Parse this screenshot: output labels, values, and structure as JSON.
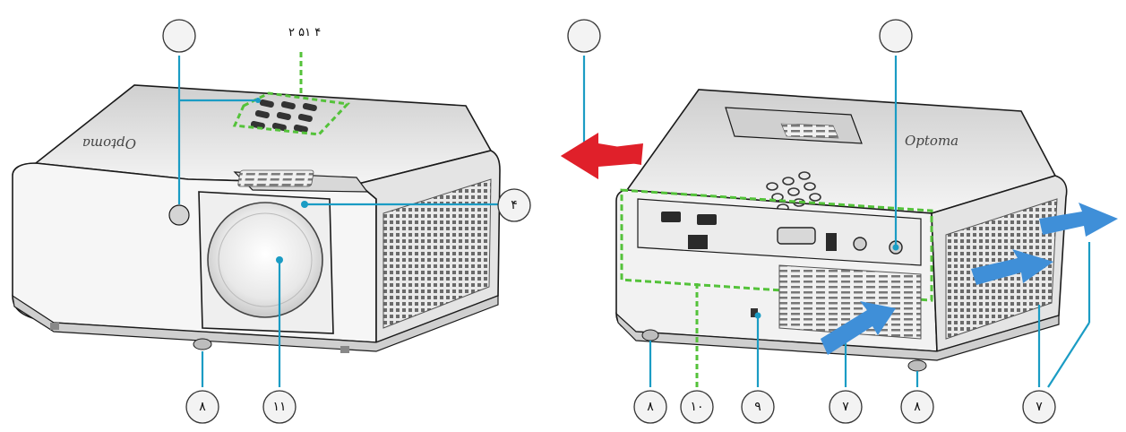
{
  "top_callout_text": "۲ ۵۱ ۴",
  "brand_text": "Optoma",
  "callouts": [
    {
      "id": "c-ir-front",
      "label": ""
    },
    {
      "id": "c-exhaust",
      "label": ""
    },
    {
      "id": "c-kensington-top",
      "label": ""
    },
    {
      "id": "c-focus",
      "label": "۴"
    },
    {
      "id": "c-foot-left",
      "label": "۸"
    },
    {
      "id": "c-lens",
      "label": "۱۱"
    },
    {
      "id": "c-foot-rear-left",
      "label": "۸"
    },
    {
      "id": "c-io",
      "label": "۱۰"
    },
    {
      "id": "c-security",
      "label": "۹"
    },
    {
      "id": "c-intake-rear",
      "label": "۷"
    },
    {
      "id": "c-foot-rear-right",
      "label": "۸"
    },
    {
      "id": "c-intake-side",
      "label": "۷"
    }
  ],
  "colors": {
    "leader": "#1b9cc4",
    "dash": "#54c23a",
    "arrow_blue": "#3f8fd8",
    "arrow_red": "#e0202a",
    "outline": "#1a1a1a",
    "body": "#f2f2f2",
    "shade": "#d6d6d6"
  },
  "icons": {
    "intake_arrow": "arrow-right-icon",
    "exhaust_arrow": "arrow-left-icon"
  }
}
